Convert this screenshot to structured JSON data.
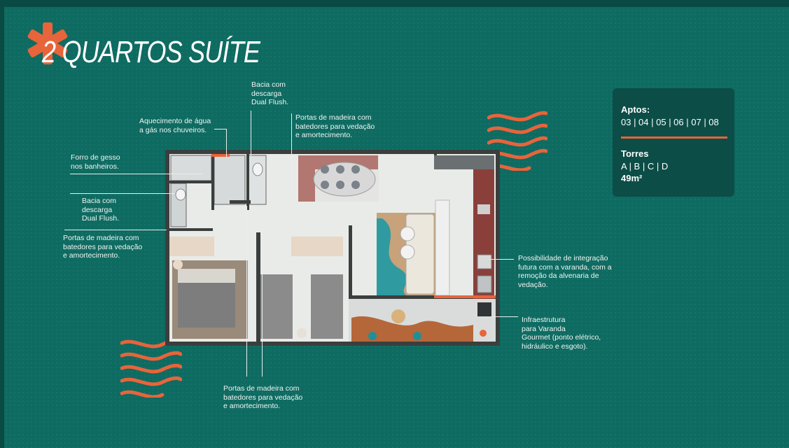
{
  "title": "2 QUARTOS SUÍTE",
  "colors": {
    "background": "#0e6b61",
    "accent": "#e8643a",
    "panel": "#0c4d47"
  },
  "info": {
    "aptos_label": "Aptos:",
    "aptos_value": "03 | 04 | 05 | 06 | 07 | 08",
    "torres_label": "Torres",
    "torres_value": "A | B | C | D",
    "area": "49m²"
  },
  "notes": {
    "bacia_top": "Bacia com\ndescarga\nDual Flush.",
    "aquecimento": "Aquecimento de água\na gás nos chuveiros.",
    "portas_top": "Portas de madeira com\nbatedores para vedação\ne amortecimento.",
    "forro": "Forro de gesso\nnos banheiros.",
    "bacia_left": "Bacia com\ndescarga\nDual Flush.",
    "portas_left": "Portas de madeira com\nbatedores para vedação\ne amortecimento.",
    "integracao": "Possibilidade de integração\nfutura com a varanda, com a\nremoção da alvenaria de\nvedação.",
    "infraestrutura": "Infraestrutura\npara Varanda\nGourmet (ponto elétrico,\nhidráulico e esgoto).",
    "portas_bottom": "Portas de madeira com\nbatedores para vedação\ne amortecimento."
  }
}
